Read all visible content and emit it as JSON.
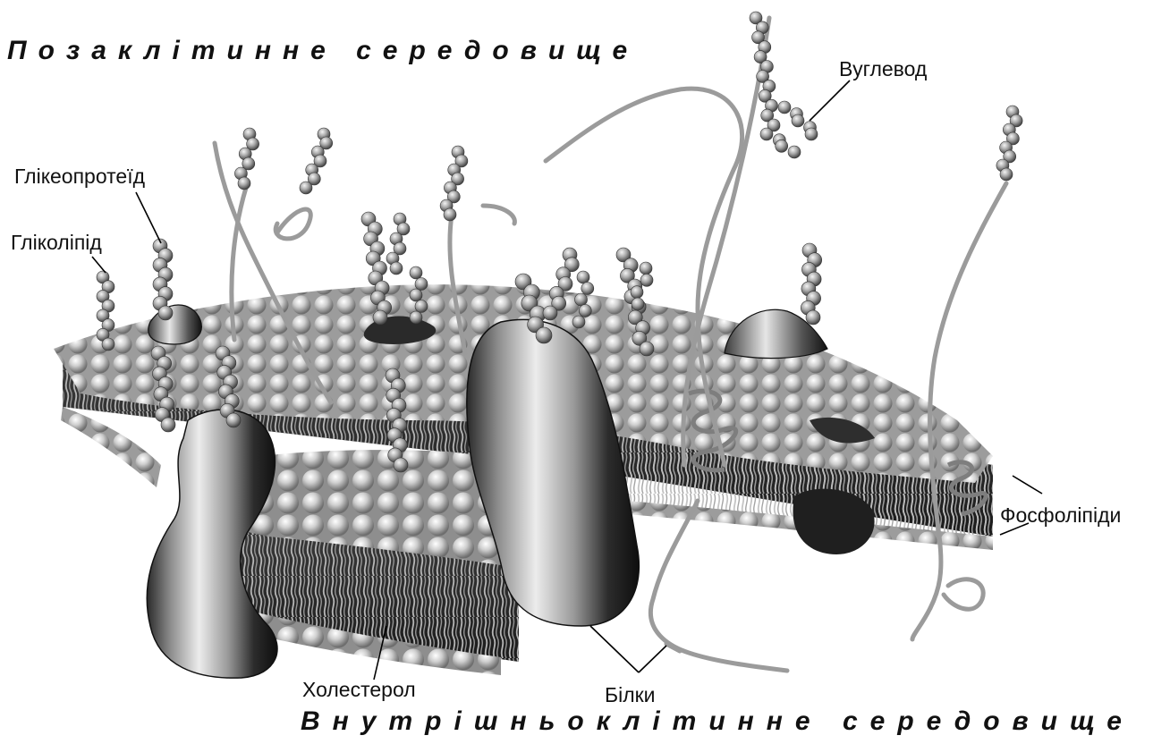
{
  "titles": {
    "outside": "Позаклітинне середовище",
    "inside": "Внутрішньоклітинне середовище"
  },
  "labels": {
    "carbohydrate": "Вуглевод",
    "glycoprotein": "Глікеопротеїд",
    "glycolipid": "Гліколіпід",
    "phospholipids": "Фосфоліпіди",
    "cholesterol": "Холестерол",
    "proteins": "Білки"
  },
  "colors": {
    "text": "#111111",
    "phospholipid_head": "#d4d4d4",
    "protein_dark": "#1a1a1a",
    "protein_light": "#e2e2e2",
    "tail": "#b3b3b3",
    "leader": "#000000"
  }
}
